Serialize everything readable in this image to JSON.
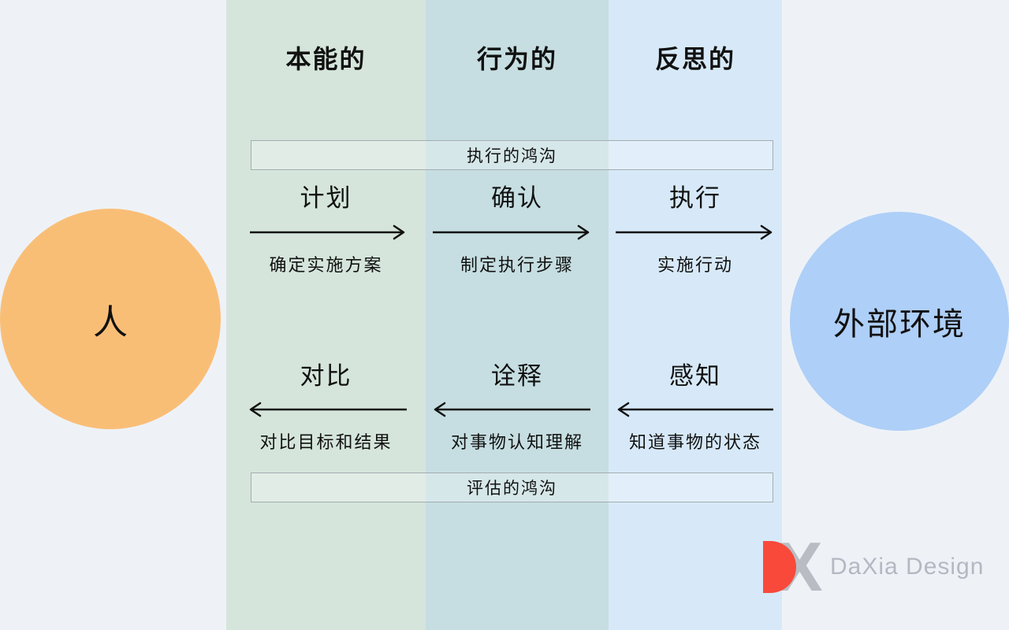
{
  "palette": {
    "background": "#EEF2F7",
    "column_visceral": "#D5E5DB",
    "column_behavioral": "#C6DEE1",
    "column_reflective": "#D7E9F8",
    "person_circle": "#F9BE76",
    "environment_circle": "#AECFF7",
    "gulf_box_border": "#A3ADB1",
    "text": "#111111",
    "logo_red": "#F8493B",
    "logo_gray": "#B9BDC3"
  },
  "columns": [
    {
      "header": "本能的",
      "row1": {
        "label": "计划",
        "desc": "确定实施方案"
      },
      "row2": {
        "label": "对比",
        "desc": "对比目标和结果"
      }
    },
    {
      "header": "行为的",
      "row1": {
        "label": "确认",
        "desc": "制定执行步骤"
      },
      "row2": {
        "label": "诠释",
        "desc": "对事物认知理解"
      }
    },
    {
      "header": "反思的",
      "row1": {
        "label": "执行",
        "desc": "实施行动"
      },
      "row2": {
        "label": "感知",
        "desc": "知道事物的状态"
      }
    }
  ],
  "flow": {
    "row1_direction": "right",
    "row2_direction": "left"
  },
  "gulfs": {
    "execution": "执行的鸿沟",
    "evaluation": "评估的鸿沟"
  },
  "left_circle": {
    "label": "人"
  },
  "right_circle": {
    "label": "外部环境"
  },
  "logo": {
    "x_letter": "X",
    "text": "DaXia Design"
  }
}
